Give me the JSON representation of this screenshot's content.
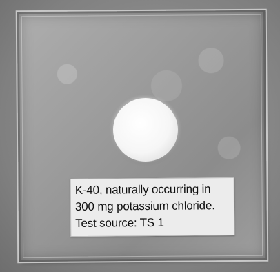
{
  "label": {
    "lines": [
      "K-40, naturally occurring in",
      "300 mg potassium chloride.",
      "Test source: TS 1"
    ]
  },
  "colors": {
    "background": "#8a8a8a",
    "slab": "#9b9b9b",
    "pellet": "#ffffff",
    "label_paper": "#ececec"
  }
}
